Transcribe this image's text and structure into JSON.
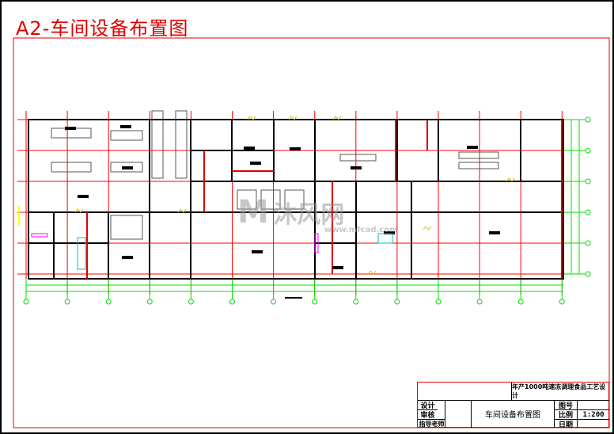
{
  "title": "A2-车间设备布置图",
  "title_block": {
    "project": "年产1000吨速冻调理食品工艺设计",
    "drawing_name": "车间设备布置图",
    "left_labels": [
      "设计",
      "审核",
      "指导老师"
    ],
    "right_labels": [
      "图号",
      "比例",
      "日期"
    ],
    "scale": "1:200"
  },
  "watermark": {
    "brand": "沐风网",
    "url": "www.mfcad.com"
  },
  "colors": {
    "frame": "#e00000",
    "wall": "#000000",
    "grid": "#ff0000",
    "axis": "#00e000",
    "door": "#ffff00"
  }
}
